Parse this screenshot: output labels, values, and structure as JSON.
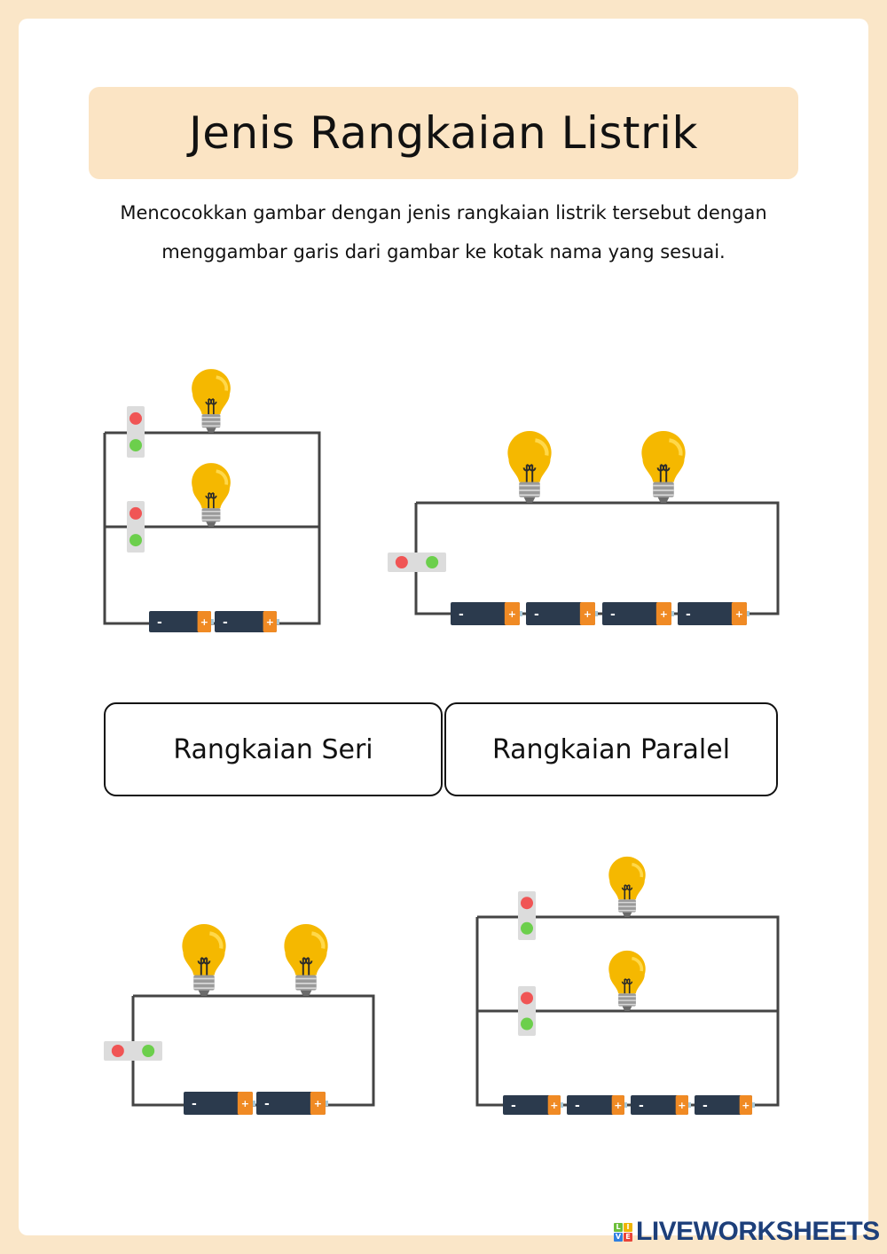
{
  "title": "Jenis Rangkaian Listrik",
  "instruction": "Mencocokkan gambar dengan jenis rangkaian listrik tersebut dengan menggambar garis dari gambar ke kotak nama yang sesuai.",
  "answers": [
    "Rangkaian Seri",
    "Rangkaian Paralel"
  ],
  "battery": {
    "minus": "-",
    "plus": "+"
  },
  "logo": {
    "text": "LIVEWORKSHEETS",
    "tiles": [
      "L",
      "I",
      "V",
      "E"
    ]
  },
  "colors": {
    "page_bg": "#fae6c8",
    "title_bg": "#fbe4c4",
    "wire": "#444444",
    "battery_body": "#2b3a4d",
    "battery_cap": "#f08a24",
    "bulb": "#f5b800",
    "switch_red": "#f05555",
    "switch_green": "#6ccf4c",
    "logo": "#1d3f7a"
  }
}
